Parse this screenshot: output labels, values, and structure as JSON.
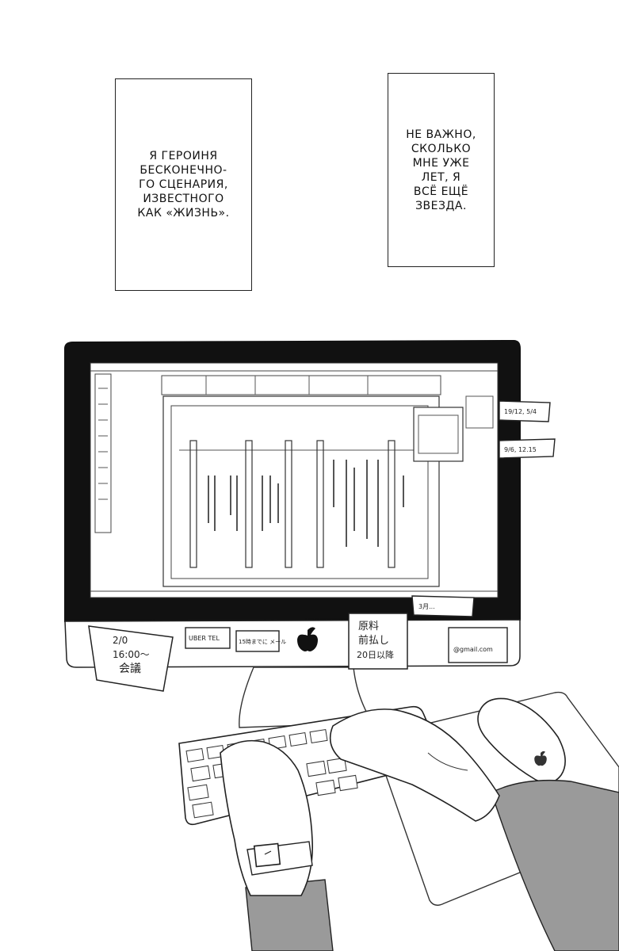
{
  "captions": {
    "left": "Я героиня\nбесконечно-\nго сценария,\nизвестного\nкак «Жизнь».",
    "right": "Не важно,\nсколько\nмне уже\nлет, я\nвсё ещё\nзвезда."
  },
  "notes": {
    "meeting_line1": "2/0",
    "meeting_line2": "16:00〜",
    "meeting_line3": "会議",
    "tel_note": "UBER TEL",
    "mail_note": "15時までに メール",
    "fee_line1": "原料",
    "fee_line2": "前払し",
    "fee_line3": "20日以降",
    "contact_note": "@gmail.com",
    "top_right_note": "19/12, 5/4",
    "date_note": "9/6, 12.15",
    "screen_note": "3月..."
  },
  "icons": {
    "logo": "apple-logo-icon",
    "mouse_logo": "apple-logo-icon"
  },
  "colors": {
    "ink": "#1a1a1a",
    "bezel": "#111111",
    "paper": "#ffffff",
    "sleeve": "#9a9a9a"
  }
}
